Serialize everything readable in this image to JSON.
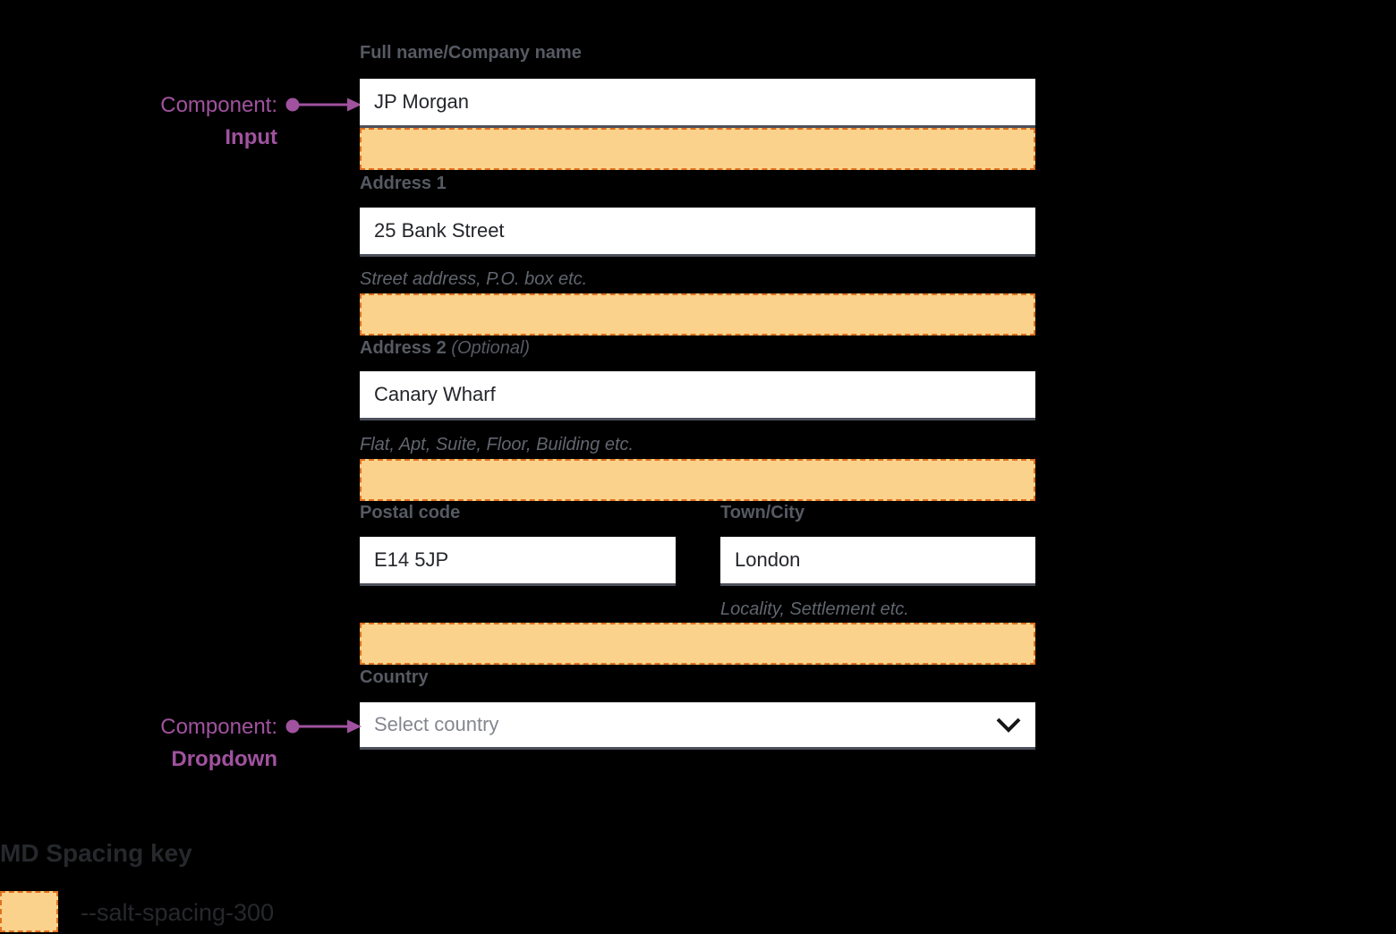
{
  "annotations": {
    "input": {
      "prefix": "Component:",
      "name": "Input"
    },
    "dropdown": {
      "prefix": "Component:",
      "name": "Dropdown"
    }
  },
  "form": {
    "full_name": {
      "label": "Full name/Company name",
      "value": "JP Morgan"
    },
    "address1": {
      "label": "Address 1",
      "value": "25 Bank Street",
      "helper": "Street address, P.O. box etc."
    },
    "address2": {
      "label": "Address 2",
      "optional": "(Optional)",
      "value": "Canary Wharf",
      "helper": "Flat, Apt, Suite, Floor, Building etc."
    },
    "postal_code": {
      "label": "Postal code",
      "value": "E14 5JP"
    },
    "town_city": {
      "label": "Town/City",
      "value": "London",
      "helper": "Locality, Settlement etc."
    },
    "country": {
      "label": "Country",
      "placeholder": "Select country"
    }
  },
  "spacing_key": {
    "title": "MD Spacing key",
    "legend": "--salt-spacing-300"
  },
  "icons": {
    "dropdown_chevron": "chevron-down-icon"
  },
  "colors": {
    "page_bg": "#000000",
    "input_bg": "#FFFFFF",
    "input_border": "#4C505B",
    "label_text": "#565A63",
    "helper_text": "#61656E",
    "placeholder_text": "#84878E",
    "annotation_purple": "#A0529F",
    "spacing_fill": "#FBD28C",
    "spacing_border": "#E1711E",
    "key_text": "#26282C"
  }
}
